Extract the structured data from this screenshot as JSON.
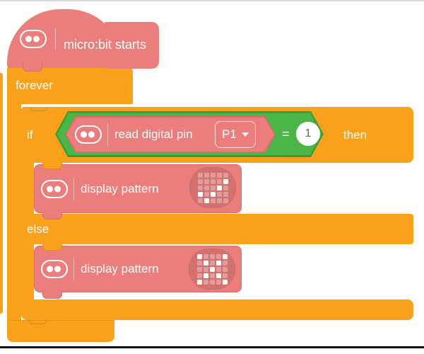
{
  "colors": {
    "block_orange": "#F9A11B",
    "block_pink": "#EB7E7C",
    "pink_border": "#DA6B69",
    "operator_green": "#4BB548",
    "green_border": "#3C9C3A",
    "led_on": "#FFFFFF",
    "value_text": "#5F6368",
    "workspace_bg": "#FFFFFF",
    "top_strip": "#D9D9D9",
    "bottom_line": "#141414"
  },
  "blocks": {
    "start": {
      "icon": "microbit-face-icon",
      "label": "micro:bit starts"
    },
    "forever": {
      "label": "forever"
    },
    "conditional": {
      "if_label": "if",
      "then_label": "then",
      "else_label": "else"
    },
    "condition": {
      "icon": "microbit-face-icon",
      "label": "read digital pin",
      "pin_dropdown": {
        "value": "P1"
      },
      "operator": "=",
      "compare_value": "1"
    },
    "display_if": {
      "icon": "microbit-face-icon",
      "label": "display pattern",
      "pattern_name": "check-mark",
      "pattern": [
        [
          0,
          0,
          0,
          0,
          0
        ],
        [
          0,
          0,
          0,
          0,
          1
        ],
        [
          0,
          0,
          0,
          1,
          0
        ],
        [
          1,
          0,
          1,
          0,
          0
        ],
        [
          0,
          1,
          0,
          0,
          0
        ]
      ]
    },
    "display_else": {
      "icon": "microbit-face-icon",
      "label": "display pattern",
      "pattern_name": "cross",
      "pattern": [
        [
          1,
          0,
          0,
          0,
          1
        ],
        [
          0,
          1,
          0,
          1,
          0
        ],
        [
          0,
          0,
          1,
          0,
          0
        ],
        [
          0,
          1,
          0,
          1,
          0
        ],
        [
          1,
          0,
          0,
          0,
          1
        ]
      ]
    }
  }
}
